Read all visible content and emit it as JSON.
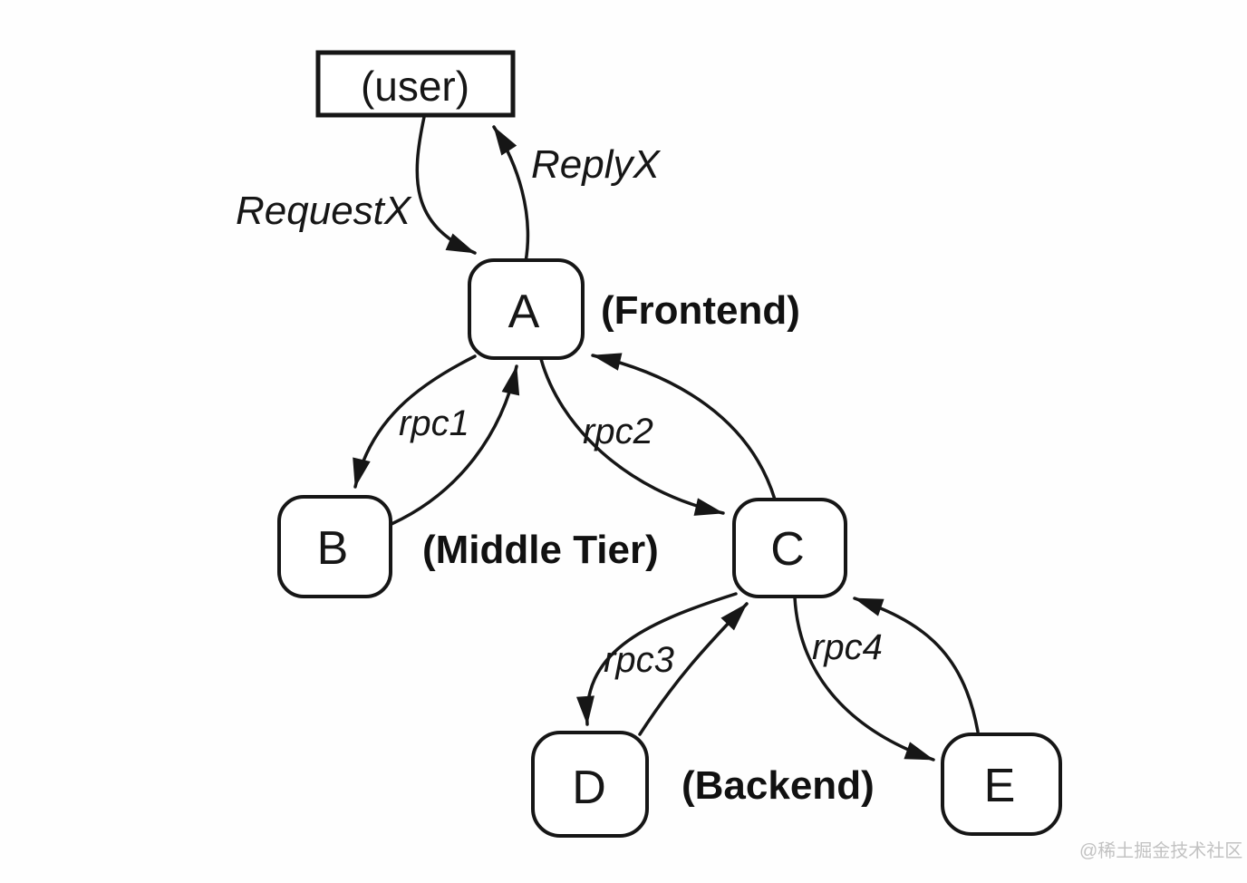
{
  "diagram": {
    "nodes": {
      "user": {
        "label": "(user)"
      },
      "a": {
        "label": "A"
      },
      "b": {
        "label": "B"
      },
      "c": {
        "label": "C"
      },
      "d": {
        "label": "D"
      },
      "e": {
        "label": "E"
      }
    },
    "tiers": {
      "frontend": "(Frontend)",
      "middle": "(Middle Tier)",
      "backend": "(Backend)"
    },
    "edges": {
      "request": "RequestX",
      "reply": "ReplyX",
      "rpc1": "rpc1",
      "rpc2": "rpc2",
      "rpc3": "rpc3",
      "rpc4": "rpc4"
    },
    "colors": {
      "ink": "#161616",
      "node_fill": "#ffffff",
      "background": "#fefefe",
      "watermark": "#c2c2c2"
    }
  },
  "watermark": {
    "text": "@稀土掘金技术社区"
  }
}
